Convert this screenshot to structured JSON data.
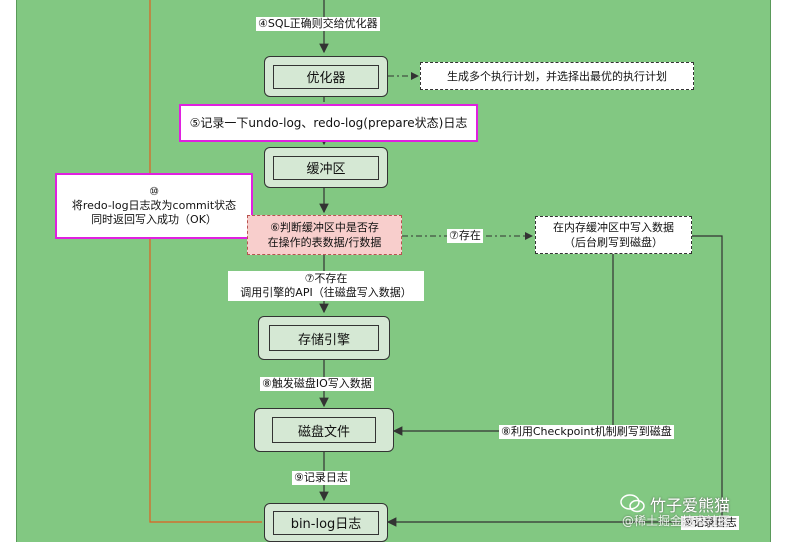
{
  "steps": {
    "step4": "④SQL正确则交给优化器",
    "optimizer": "优化器",
    "optimizer_note": "生成多个执行计划，并选择出最优的执行计划",
    "step5": "⑤记录一下undo-log、redo-log(prepare状态)日志",
    "buffer": "缓冲区",
    "step10_line1": "⑩",
    "step10_line2": "将redo-log日志改为commit状态",
    "step10_line3": "同时返回写入成功（OK）",
    "step6_line1": "⑥判断缓冲区中是否存",
    "step6_line2": "在操作的表数据/行数据",
    "step7_exists": "⑦存在",
    "write_mem_line1": "在内存缓冲区中写入数据",
    "write_mem_line2": "（后台刷写到磁盘）",
    "step7_not_line1": "⑦不存在",
    "step7_not_line2": "调用引擎的API（往磁盘写入数据）",
    "engine": "存储引擎",
    "step8_io": "⑧触发磁盘IO写入数据",
    "disk_file": "磁盘文件",
    "step8_checkpoint": "⑧利用Checkpoint机制刷写到磁盘",
    "step9": "⑨记录日志",
    "binlog": "bin-log日志",
    "step9_right": "⑨记录日志"
  },
  "watermark": {
    "line1": "竹子爱熊猫",
    "line2": "@稀土掘金技术社区"
  },
  "colors": {
    "background": "#82c882",
    "node_fill": "#d5e8d4",
    "highlight_border": "#e020e0",
    "pink_fill": "#f8cecc",
    "orange_line": "#e06020"
  }
}
